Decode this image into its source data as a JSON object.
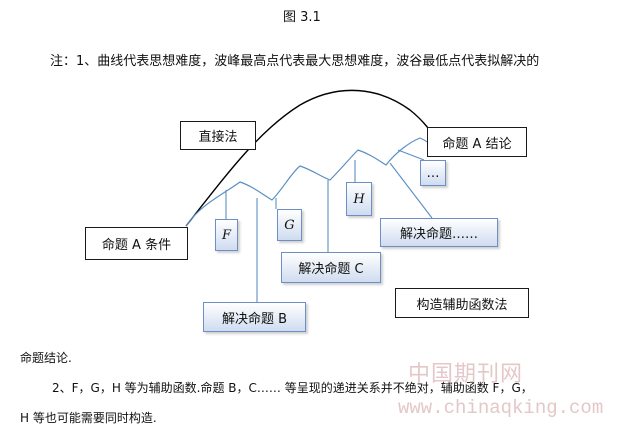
{
  "figure": {
    "title": "图 3.1"
  },
  "note": "注：1、曲线代表思想难度，波峰最高点代表最大思想难度，波谷最低点代表拟解决的",
  "labels": {
    "zhijie": "直接法",
    "conclusion": "命题 A 结论",
    "condition": "命题 A 条件",
    "gouzao": "构造辅助函数法"
  },
  "blue_boxes": {
    "F": "F",
    "G": "G",
    "H": "H",
    "dots": "…",
    "solve_b": "解决命题 B",
    "solve_c": "解决命题 C",
    "solve_more": "解决命题……"
  },
  "footer": {
    "line1": "命题结论.",
    "line2": "2、F，G，H 等为辅助函数.命题 B，C…… 等呈现的递进关系并不绝对，辅助函数 F，G，",
    "line3": "H 等也可能需要同时构造."
  },
  "watermark": {
    "cn": "中国期刊网",
    "url": "www.chinaqking.com"
  },
  "colors": {
    "curve_direct": "#000000",
    "curve_aux": "#5b8fc2",
    "blue_border": "#6d8fc6"
  }
}
